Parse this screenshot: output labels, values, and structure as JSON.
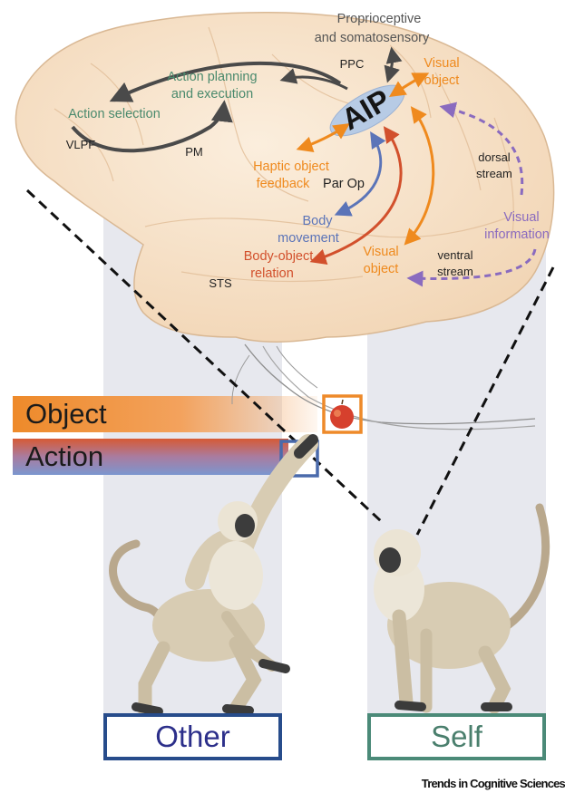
{
  "brain_labels": {
    "proprioceptive": "Proprioceptive",
    "somatosensory": "and somatosensory",
    "ppc": "PPC",
    "visual_object_top_1": "Visual",
    "visual_object_top_2": "object",
    "action_planning_1": "Action planning",
    "action_planning_2": "and execution",
    "action_selection": "Action selection",
    "aip": "AIP",
    "vlpf": "VLPF",
    "pm": "PM",
    "haptic_1": "Haptic object",
    "haptic_2": "feedback",
    "par_op": "Par Op",
    "dorsal_1": "dorsal",
    "dorsal_2": "stream",
    "body_movement_1": "Body",
    "body_movement_2": "movement",
    "visual_info_1": "Visual",
    "visual_info_2": "information",
    "body_object_1": "Body-object",
    "body_object_2": "relation",
    "visual_object_low_1": "Visual",
    "visual_object_low_2": "object",
    "ventral_1": "ventral",
    "ventral_2": "stream",
    "sts": "STS"
  },
  "bars": {
    "object": "Object",
    "action": "Action"
  },
  "agents": {
    "other": "Other",
    "self": "Self"
  },
  "footer": "Trends in Cognitive Sciences",
  "colors": {
    "orange": "#ef8a1e",
    "blue": "#5b74b8",
    "red": "#d2502c",
    "green": "#4a8a6d",
    "purple": "#8a6bbf",
    "dark": "#4a4a4a",
    "brain": "#f7e4cc",
    "aip_ellipse": "#b7cbe5",
    "other_box": "#274c8b",
    "self_box": "#4b8a78"
  }
}
